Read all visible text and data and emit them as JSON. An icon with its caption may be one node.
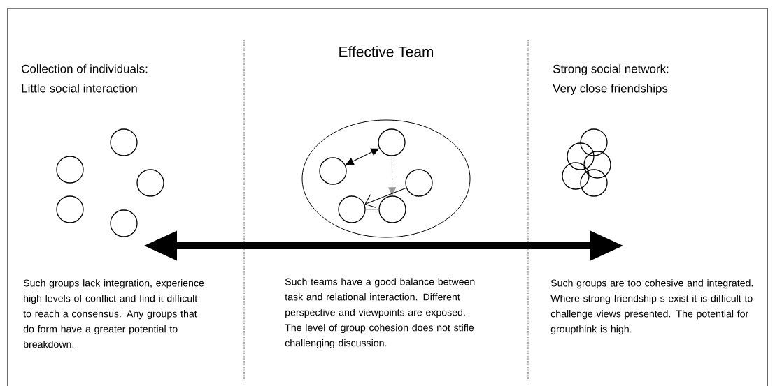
{
  "diagram": {
    "nodes": [
      {
        "text": [],
        "shape": "circle"
      },
      {
        "text": [],
        "shape": "circle"
      },
      {
        "text": [],
        "shape": "circle"
      },
      {
        "text": [],
        "shape": "circle"
      },
      {
        "text": [],
        "shape": "circle"
      },
      {
        "text": [],
        "shape": "ellipse"
      },
      {
        "text": [],
        "shape": "circle",
        "in": 5
      },
      {
        "text": [],
        "shape": "circle",
        "in": 5
      },
      {
        "text": [],
        "shape": "circle",
        "in": 5
      },
      {
        "text": [],
        "shape": "circle",
        "in": 5
      },
      {
        "text": [],
        "shape": "circle",
        "in": 5
      },
      {
        "text": [],
        "shape": "circle"
      },
      {
        "text": [],
        "shape": "circle"
      },
      {
        "text": [],
        "shape": "circle"
      },
      {
        "text": [],
        "shape": "circle"
      },
      {
        "text": [],
        "shape": "circle"
      }
    ],
    "edges": [
      {
        "from": 6,
        "to": 7,
        "arrow": "both"
      },
      {
        "from": 7,
        "to": 10,
        "arrow": "to",
        "style": "dashed",
        "color": "#999999"
      },
      {
        "from": 9,
        "to": 8,
        "arrow": "to"
      },
      {
        "from": 8,
        "to": 10,
        "arrow": "none",
        "color": "#999999"
      }
    ],
    "labels": [
      "Collection of individuals:",
      "Little social interaction",
      "Effective Team",
      "Strong social network:",
      "Very close friendships",
      "Such groups lack integration, experience high levels of conflict and find it difficult to reach a consensus. Any groups that do form have a greater potential to breakdown.",
      "Such teams have a good balance between task and relational interaction. Different perspective and viewpoints are exposed. The level of group cohesion does not stifle challenging discussion.",
      "Such groups are too cohesive and integrated. Where strong friendship s exist it is difficult to challenge views presented. The potential for groupthink is high."
    ]
  }
}
